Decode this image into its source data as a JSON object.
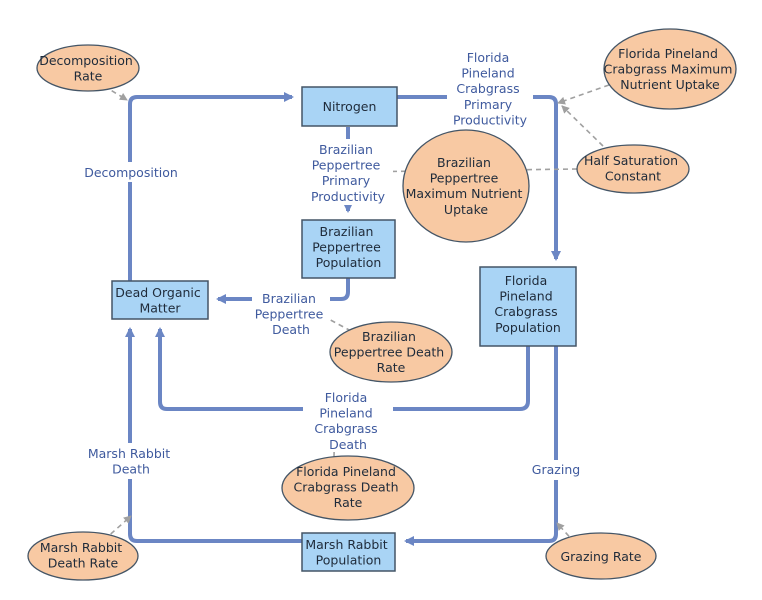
{
  "stocks": {
    "nitrogen": "Nitrogen",
    "brazilian_peppertree_population": [
      "Brazilian",
      "Peppertree",
      "Population"
    ],
    "dead_organic_matter": [
      "Dead Organic",
      "Matter"
    ],
    "florida_pineland_crabgrass_population": [
      "Florida",
      "Pineland",
      "Crabgrass",
      "Population"
    ],
    "marsh_rabbit_population": [
      "Marsh Rabbit",
      "Population"
    ]
  },
  "flows": {
    "decomposition": [
      "Decomposition"
    ],
    "florida_pineland_crabgrass_primary_productivity": [
      "Florida",
      "Pineland",
      "Crabgrass",
      "Primary",
      "Productivity"
    ],
    "brazilian_peppertree_primary_productivity": [
      "Brazilian",
      "Peppertree",
      "Primary",
      "Productivity"
    ],
    "brazilian_peppertree_death": [
      "Brazilian",
      "Peppertree",
      "Death"
    ],
    "florida_pineland_crabgrass_death": [
      "Florida",
      "Pineland",
      "Crabgrass",
      "Death"
    ],
    "marsh_rabbit_death": [
      "Marsh Rabbit",
      "Death"
    ],
    "grazing": [
      "Grazing"
    ]
  },
  "parameters": {
    "decomposition_rate": [
      "Decomposition",
      "Rate"
    ],
    "florida_pineland_crabgrass_maximum_nutrient_uptake": [
      "Florida Pineland",
      "Crabgrass Maximum",
      "Nutrient Uptake"
    ],
    "half_saturation_constant": [
      "Half Saturation",
      "Constant"
    ],
    "brazilian_peppertree_maximum_nutrient_uptake": [
      "Brazilian",
      "Peppertree",
      "Maximum Nutrient",
      "Uptake"
    ],
    "brazilian_peppertree_death_rate": [
      "Brazilian",
      "Peppertree Death",
      "Rate"
    ],
    "florida_pineland_crabgrass_death_rate": [
      "Florida Pineland",
      "Crabgrass Death",
      "Rate"
    ],
    "marsh_rabbit_death_rate": [
      "Marsh Rabbit",
      "Death Rate"
    ],
    "grazing_rate": [
      "Grazing Rate"
    ]
  },
  "colors": {
    "flow": "#6b86c4",
    "stock_fill": "#a9d4f5",
    "parameter_fill": "#f8c9a3",
    "link": "#a0a0a0"
  }
}
